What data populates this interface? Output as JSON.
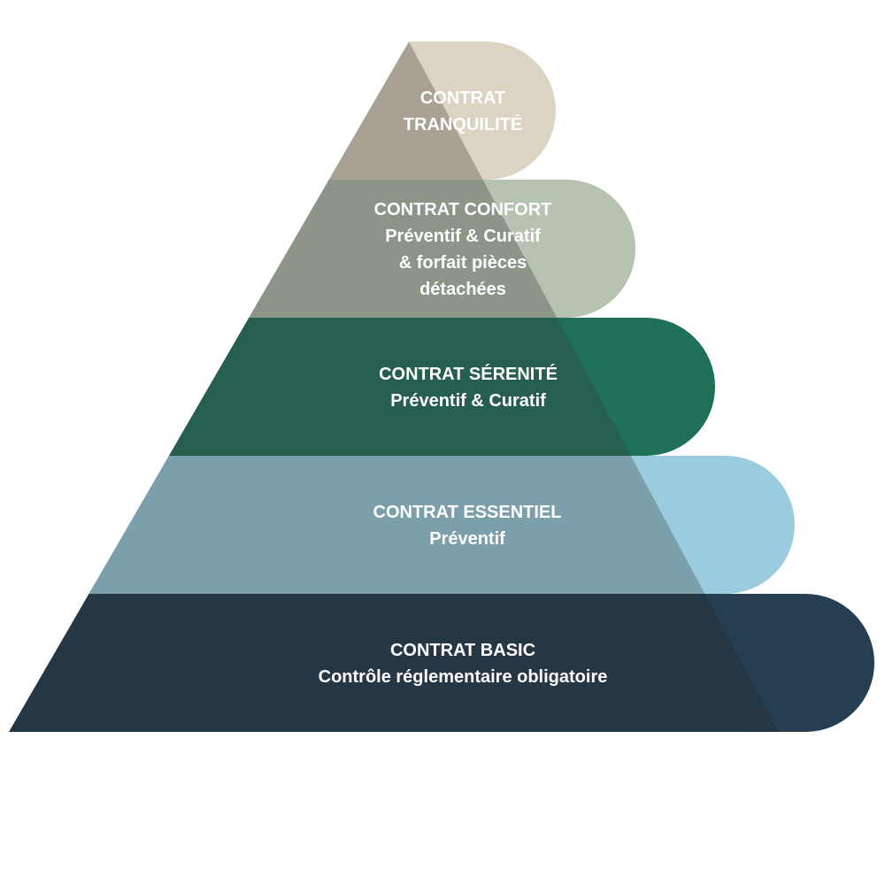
{
  "tiers": [
    {
      "lines": [
        "CONTRAT",
        "TRANQUILITÉ"
      ],
      "pyramid_color": "#aaa195",
      "pill_color": "#dcd4c2"
    },
    {
      "lines": [
        "CONTRAT CONFORT",
        "Préventif & Curatif",
        "& forfait pièces",
        "détachées"
      ],
      "pyramid_color": "#8d9588",
      "pill_color": "#b5c3b0"
    },
    {
      "lines": [
        "CONTRAT SÉRENITÉ",
        "Préventif & Curatif"
      ],
      "pyramid_color": "#265e4f",
      "pill_color": "#1e7058"
    },
    {
      "lines": [
        "CONTRAT ESSENTIEL",
        "Préventif"
      ],
      "pyramid_color": "#7b9fab",
      "pill_color": "#9bcbdf"
    },
    {
      "lines": [
        "CONTRAT BASIC",
        "Contrôle réglementaire obligatoire"
      ],
      "pyramid_color": "#253745",
      "pill_color": "#263e51"
    }
  ]
}
